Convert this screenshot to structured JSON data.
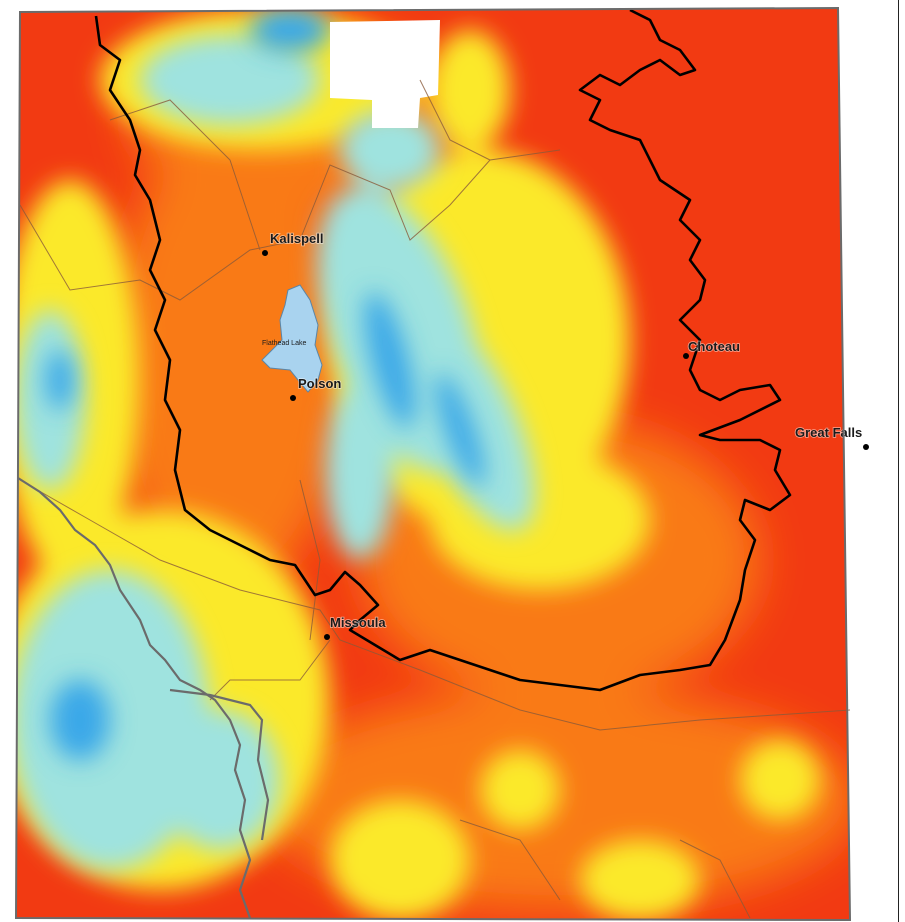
{
  "map": {
    "cities": [
      {
        "id": "kalispell",
        "name": "Kalispell"
      },
      {
        "id": "polson",
        "name": "Polson"
      },
      {
        "id": "choteau",
        "name": "Choteau"
      },
      {
        "id": "great-falls",
        "name": "Great Falls"
      },
      {
        "id": "missoula",
        "name": "Missoula"
      }
    ],
    "lake": {
      "name": "Flathead Lake",
      "color": "#a9d3ef"
    },
    "colors": {
      "red": "#f23a12",
      "orange": "#f97a14",
      "yellow": "#fbe92a",
      "cyan": "#9fe3df",
      "blue": "#3aa8e8",
      "nodata": "#ffffff",
      "study_boundary": "#000000",
      "county_lines": "#8a5a3a",
      "state_border": "#6b6b6b"
    }
  }
}
